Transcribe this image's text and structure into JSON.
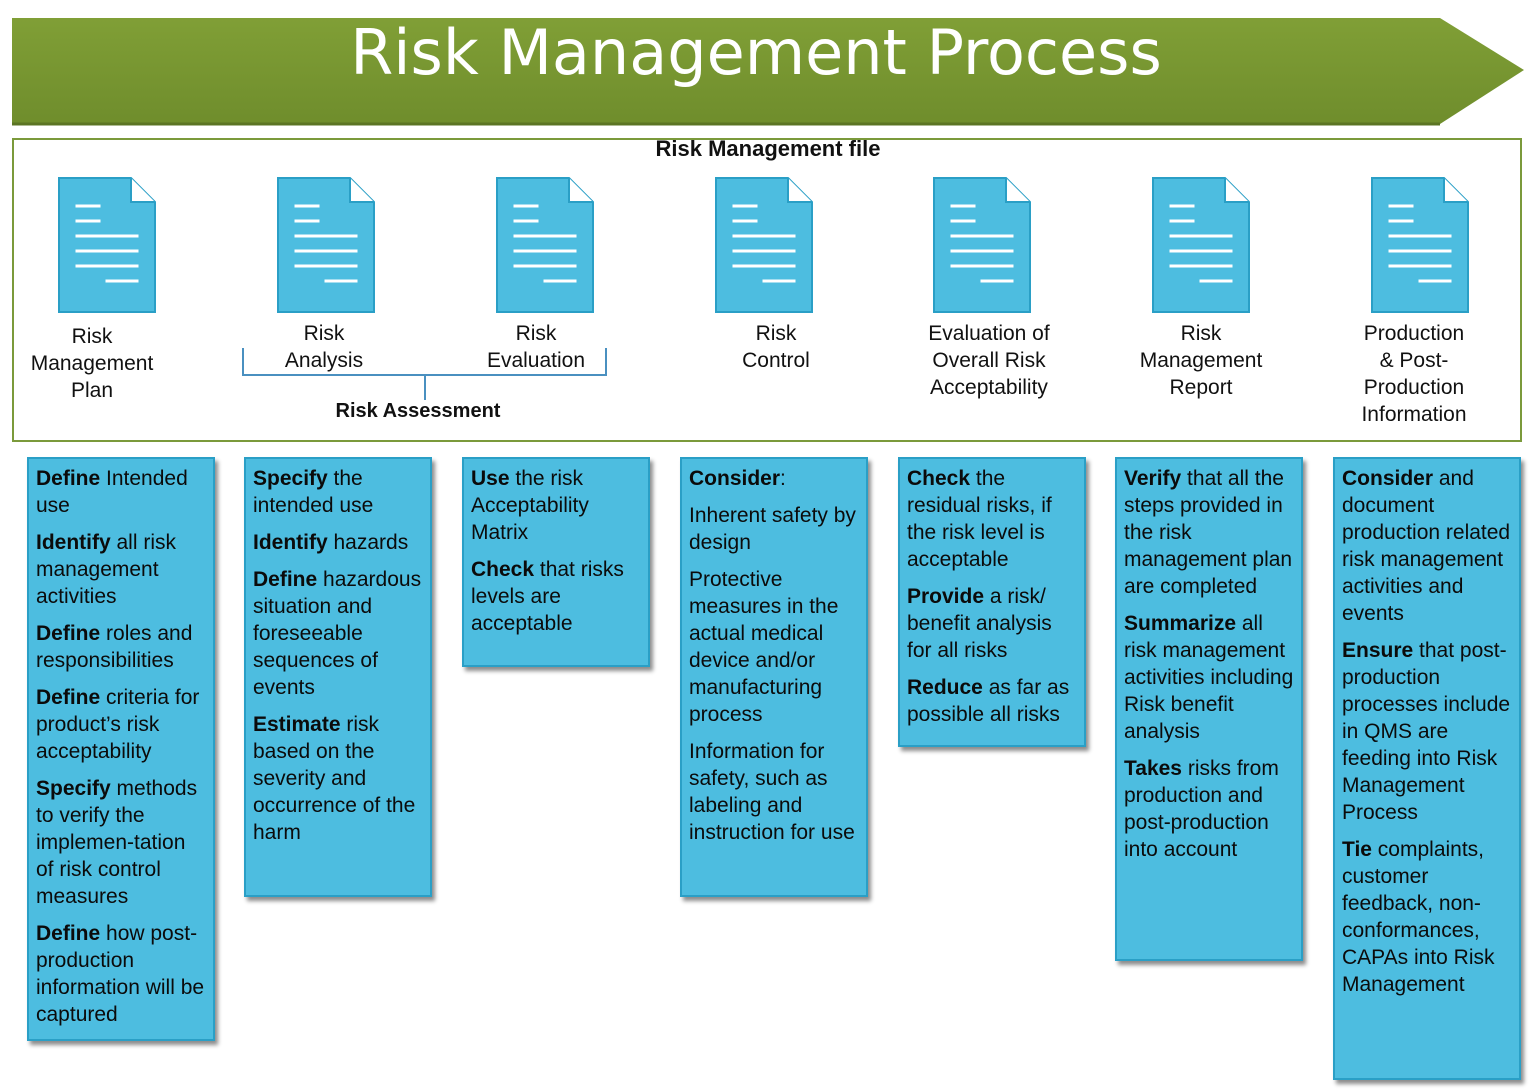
{
  "banner": {
    "title": "Risk Management Process"
  },
  "file": {
    "title": "Risk Management file"
  },
  "steps": [
    {
      "label": "Risk\nManagement\nPlan"
    },
    {
      "label": "Risk\nAnalysis"
    },
    {
      "label": "Risk\nEvaluation"
    },
    {
      "label": "Risk\nControl"
    },
    {
      "label": "Evaluation of\nOverall Risk\nAcceptability"
    },
    {
      "label": "Risk\nManagement\nReport"
    },
    {
      "label": "Production\n& Post-\nProduction\nInformation"
    }
  ],
  "assessment": {
    "label": "Risk Assessment"
  },
  "boxes": [
    {
      "items": [
        {
          "bold": "Define",
          "text": " Intended use"
        },
        {
          "bold": "Identify",
          "text": " all risk management activities"
        },
        {
          "bold": "Define",
          "text": " roles and responsibilities"
        },
        {
          "bold": "Define",
          "text": " criteria for product’s risk acceptability"
        },
        {
          "bold": "Specify",
          "text": " methods to verify the implemen-tation of risk control measures"
        },
        {
          "bold": "Define",
          "text": " how post-production information will be captured"
        }
      ]
    },
    {
      "items": [
        {
          "bold": "Specify",
          "text": " the intended use"
        },
        {
          "bold": "Identify",
          "text": " hazards"
        },
        {
          "bold": "Define",
          "text": " hazardous situation and foreseeable sequences of events"
        },
        {
          "bold": "Estimate",
          "text": " risk based on the severity and occurrence of the harm"
        }
      ]
    },
    {
      "items": [
        {
          "bold": "Use",
          "text": " the risk Acceptability Matrix"
        },
        {
          "bold": "Check",
          "text": " that risks levels are acceptable"
        }
      ]
    },
    {
      "items": [
        {
          "bold": "Consider",
          "text": ":"
        },
        {
          "bold": "",
          "text": "Inherent safety by design"
        },
        {
          "bold": "",
          "text": "Protective measures in the actual medical device and/or manufacturing process"
        },
        {
          "bold": "",
          "text": "Information for safety, such as labeling and instruction for use"
        }
      ]
    },
    {
      "items": [
        {
          "bold": "Check",
          "text": " the residual risks, if the risk level is acceptable"
        },
        {
          "bold": "Provide",
          "text": " a risk/ benefit analysis for all risks"
        },
        {
          "bold": "Reduce",
          "text": " as far as possible all risks"
        }
      ]
    },
    {
      "items": [
        {
          "bold": "Verify",
          "text": " that all the steps provided in the risk management plan are completed"
        },
        {
          "bold": "Summarize",
          "text": " all risk management activities including Risk benefit analysis"
        },
        {
          "bold": "Takes",
          "text": " risks from production and post-production into account"
        }
      ]
    },
    {
      "items": [
        {
          "bold": "Consider",
          "text": " and document production related risk management activities and events"
        },
        {
          "bold": "Ensure",
          "text": " that post-production processes include in QMS are feeding into Risk Management Process"
        },
        {
          "bold": "Tie",
          "text": " complaints, customer feedback, non-conformances, CAPAs into Risk Management"
        }
      ]
    }
  ],
  "colors": {
    "banner": "#7a9a33",
    "frame": "#7b9a3b",
    "icon": "#4dbde0",
    "box": "#4dbde0"
  }
}
